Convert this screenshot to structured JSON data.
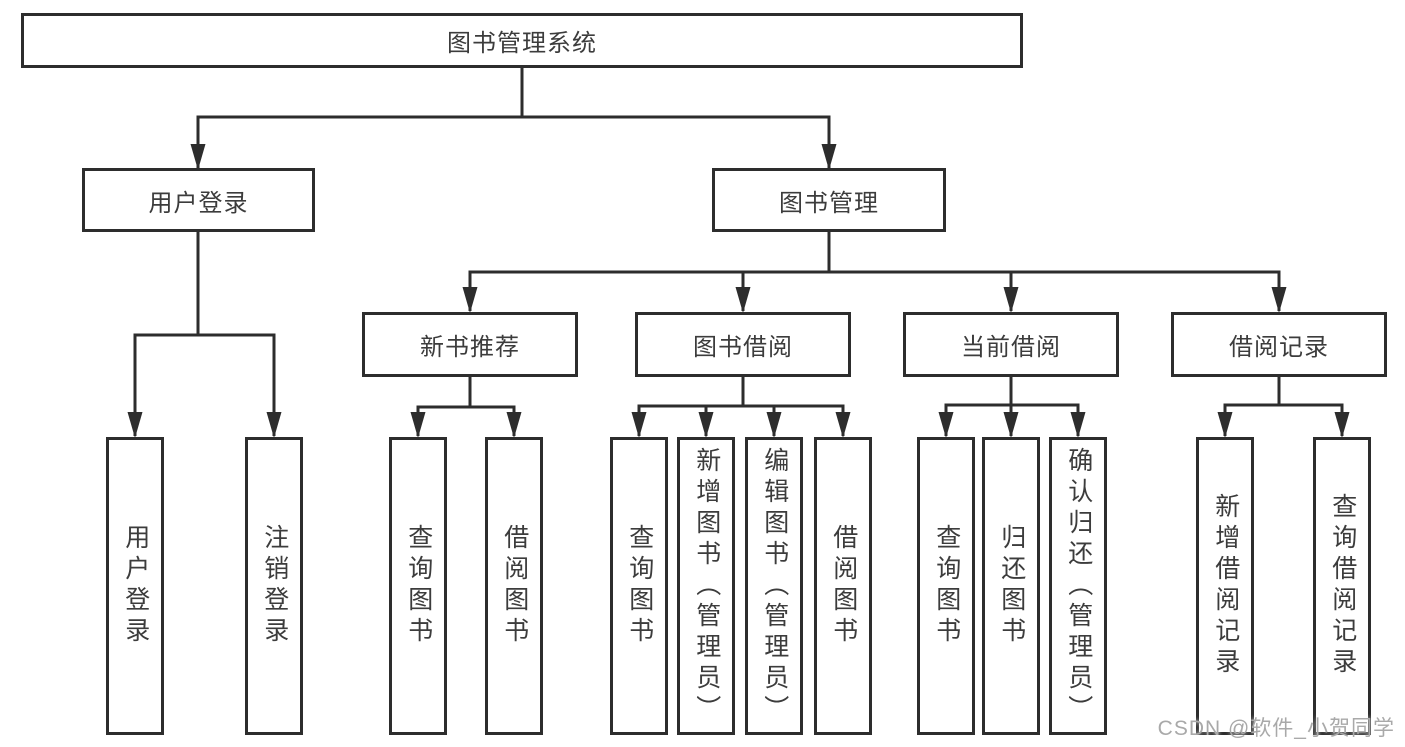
{
  "diagram": {
    "type": "tree-structure-chart",
    "background_color": "#ffffff",
    "line_color": "#2d2d2d",
    "text_color": "#3c3c3c",
    "nodes": {
      "root": {
        "label": "图书管理系统"
      },
      "user_login": {
        "label": "用户登录"
      },
      "book_mgmt": {
        "label": "图书管理"
      },
      "new_book": {
        "label": "新书推荐"
      },
      "book_borrow": {
        "label": "图书借阅"
      },
      "current_borrow": {
        "label": "当前借阅"
      },
      "borrow_records": {
        "label": "借阅记录"
      },
      "leaf_user_login": {
        "label": "用户登录"
      },
      "leaf_logout": {
        "label": "注销登录"
      },
      "leaf_query_book_nb": {
        "label": "查询图书"
      },
      "leaf_borrow_book_nb": {
        "label": "借阅图书"
      },
      "leaf_query_book_bb": {
        "label": "查询图书"
      },
      "leaf_add_book": {
        "label": "新增图书（管理员）"
      },
      "leaf_edit_book": {
        "label": "编辑图书（管理员）"
      },
      "leaf_borrow_book_bb": {
        "label": "借阅图书"
      },
      "leaf_query_book_cb": {
        "label": "查询图书"
      },
      "leaf_return_book": {
        "label": "归还图书"
      },
      "leaf_confirm_return": {
        "label": "确认归还（管理员）"
      },
      "leaf_add_record": {
        "label": "新增借阅记录"
      },
      "leaf_query_record": {
        "label": "查询借阅记录"
      }
    },
    "hierarchy": {
      "图书管理系统": {
        "用户登录": [
          "用户登录",
          "注销登录"
        ],
        "图书管理": {
          "新书推荐": [
            "查询图书",
            "借阅图书"
          ],
          "图书借阅": [
            "查询图书",
            "新增图书（管理员）",
            "编辑图书（管理员）",
            "借阅图书"
          ],
          "当前借阅": [
            "查询图书",
            "归还图书",
            "确认归还（管理员）"
          ],
          "借阅记录": [
            "新增借阅记录",
            "查询借阅记录"
          ]
        }
      }
    },
    "watermark": {
      "text": "CSDN @软件_小贺同学",
      "color": "#a9a9a9"
    }
  }
}
